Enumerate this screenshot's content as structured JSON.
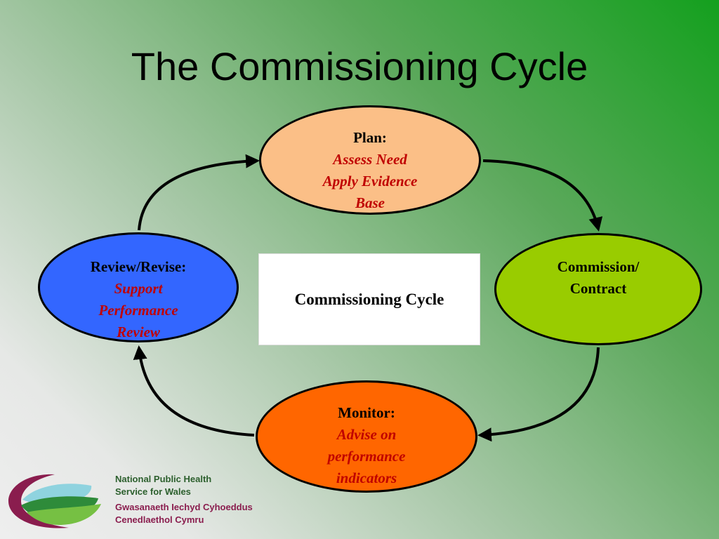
{
  "title": "The Commissioning Cycle",
  "nodes": {
    "plan": {
      "head": "Plan:",
      "sub": "Assess Need\nApply Evidence\nBase"
    },
    "commission": {
      "head": "Commission/\nContract"
    },
    "monitor": {
      "head": "Monitor:",
      "sub": "Advise on\nperformance\nindicators"
    },
    "review": {
      "head": "Review/Revise:",
      "sub": "Support\nPerformance\nReview"
    }
  },
  "center": "Commissioning Cycle",
  "org": {
    "english_line1": "National Public Health",
    "english_line2": "Service for Wales",
    "welsh_line1": "Gwasanaeth Iechyd Cyhoeddus",
    "welsh_line2": "Cenedlaethol Cymru"
  },
  "colors": {
    "plan": "#fbbf87",
    "commission": "#99cc00",
    "monitor": "#ff6600",
    "review": "#3366ff",
    "subtext": "#c00000"
  },
  "flow": [
    "plan",
    "commission",
    "monitor",
    "review"
  ]
}
